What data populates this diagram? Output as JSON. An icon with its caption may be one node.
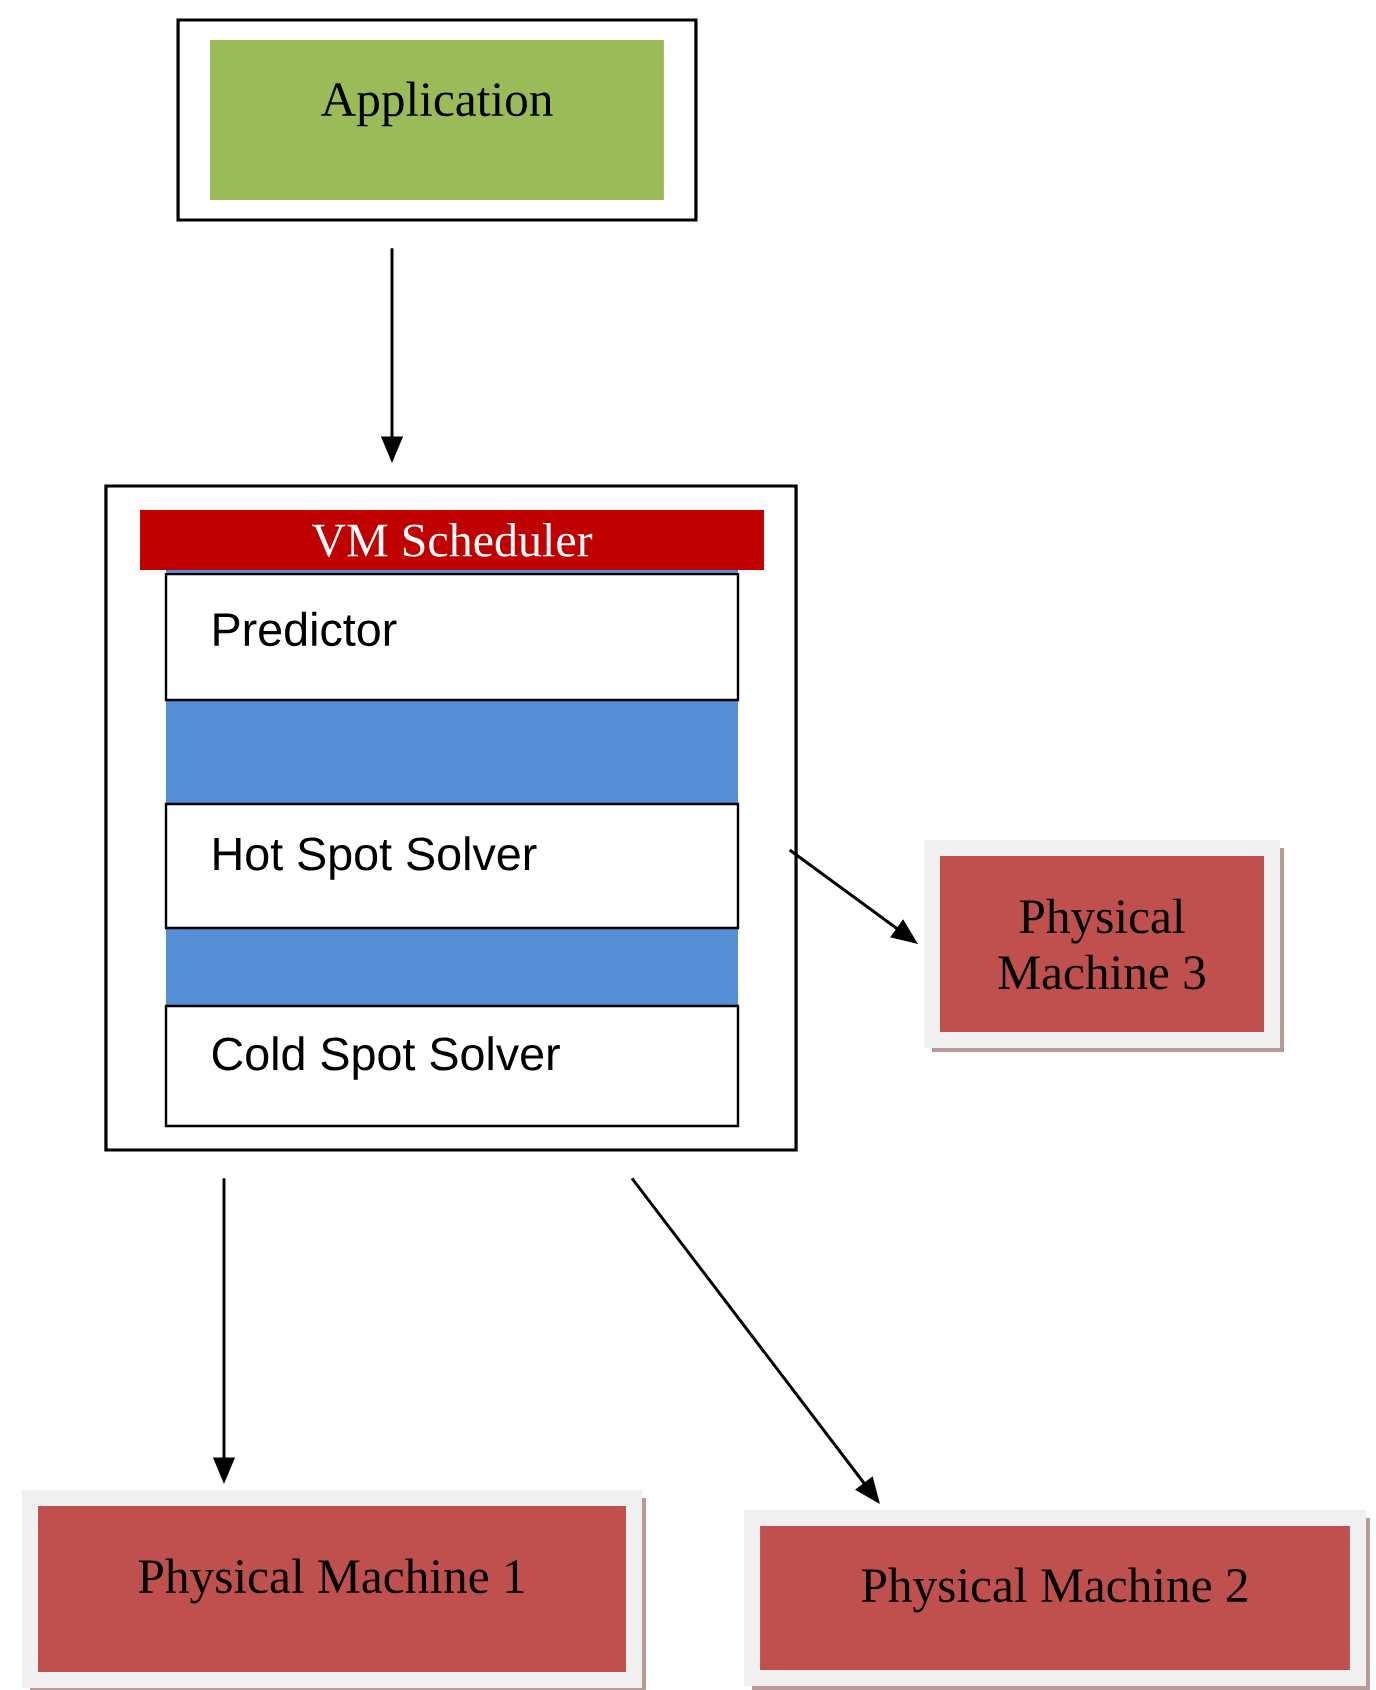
{
  "diagram": {
    "nodes": [
      {
        "text": [],
        "shape": "box"
      },
      {
        "text": [
          "Application"
        ],
        "in": 0
      },
      {
        "text": [
          "VM Scheduler"
        ]
      },
      {
        "text": [
          "Predictor"
        ],
        "in": 2
      },
      {
        "text": [
          "Hot Spot Solver"
        ],
        "in": 2
      },
      {
        "text": [
          "Cold Spot Solver"
        ],
        "in": 2
      },
      {
        "text": [
          "Physical Machine 3"
        ]
      },
      {
        "text": [
          "Physical Machine 1"
        ]
      },
      {
        "text": [
          "Physical Machine 2"
        ]
      }
    ],
    "edges": [
      {
        "from": 0,
        "to": 2,
        "arrow": "to"
      },
      {
        "from": 2,
        "to": 6,
        "arrow": "to"
      },
      {
        "from": 2,
        "to": 7,
        "arrow": "to"
      },
      {
        "from": 2,
        "to": 8,
        "arrow": "to"
      }
    ]
  }
}
